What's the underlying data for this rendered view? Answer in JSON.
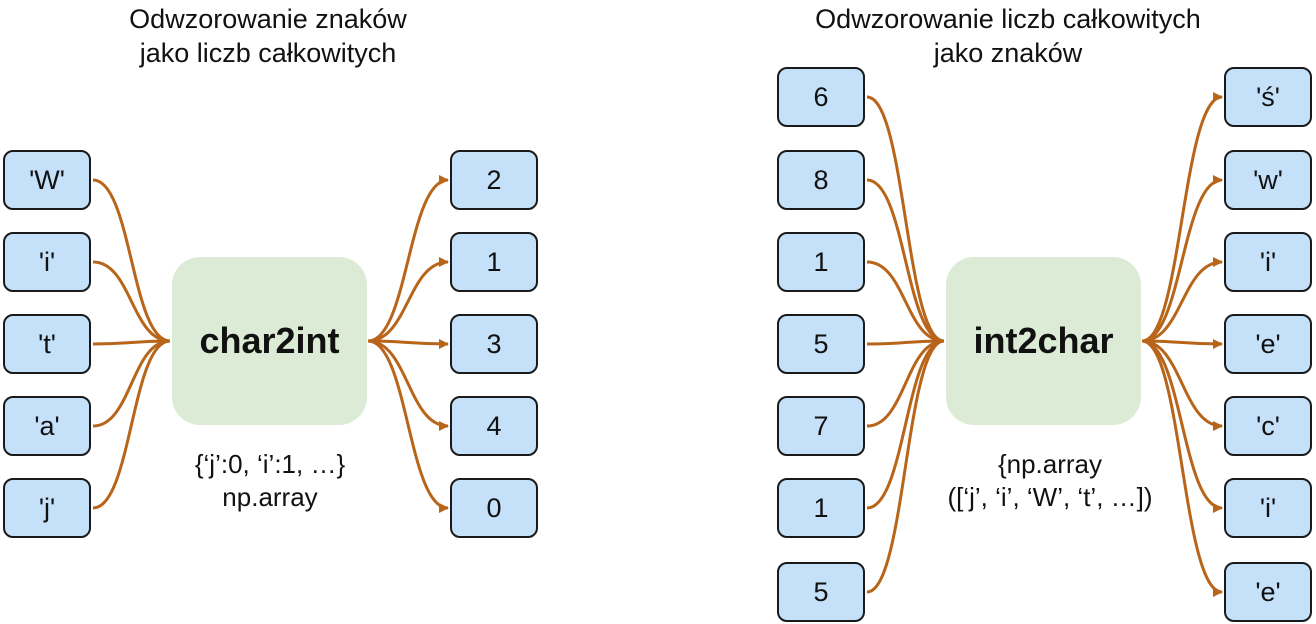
{
  "colors": {
    "node_fill": "#c4e1f9",
    "node_border": "#1a1a1a",
    "function_fill": "#dcebd5",
    "arrow": "#b8651a"
  },
  "left": {
    "title": "Odwzorowanie znaków\njako liczb całkowitych",
    "function_label": "char2int",
    "annotation": "{‘j’:0, ‘i’:1, …}\nnp.array",
    "inputs": [
      "'W'",
      "'i'",
      "'t'",
      "'a'",
      "'j'"
    ],
    "outputs": [
      "2",
      "1",
      "3",
      "4",
      "0"
    ]
  },
  "right": {
    "title": "Odwzorowanie liczb całkowitych\njako znaków",
    "function_label": "int2char",
    "annotation": "{np.array\n([‘j’, ‘i’, ‘W’, ‘t’, …])",
    "inputs": [
      "6",
      "8",
      "1",
      "5",
      "7",
      "1",
      "5"
    ],
    "outputs": [
      "'ś'",
      "'w'",
      "'i'",
      "'e'",
      "'c'",
      "'i'",
      "'e'"
    ]
  }
}
